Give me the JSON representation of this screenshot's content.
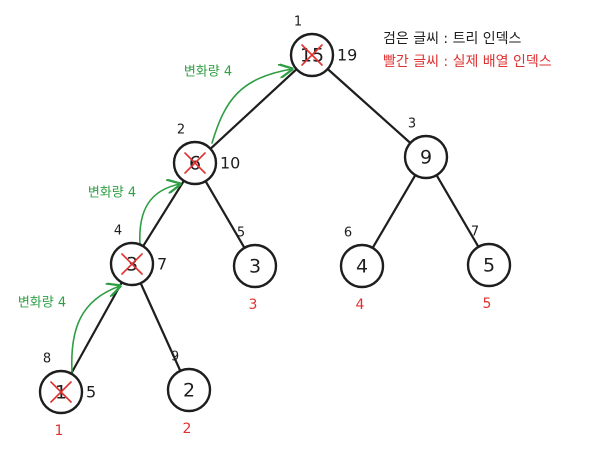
{
  "legend": {
    "black_text": "검은 글씨 : 트리 인덱스",
    "red_text": "빨간 글씨 : 실제 배열 인덱스"
  },
  "nodes": [
    {
      "id": "n1",
      "tree_index": "1",
      "value": "15",
      "crossed": true,
      "new_value": "19",
      "array_index": ""
    },
    {
      "id": "n2",
      "tree_index": "2",
      "value": "6",
      "crossed": true,
      "new_value": "10",
      "array_index": ""
    },
    {
      "id": "n3",
      "tree_index": "3",
      "value": "9",
      "crossed": false,
      "new_value": "",
      "array_index": ""
    },
    {
      "id": "n4",
      "tree_index": "4",
      "value": "3",
      "crossed": true,
      "new_value": "7",
      "array_index": ""
    },
    {
      "id": "n5",
      "tree_index": "5",
      "value": "3",
      "crossed": false,
      "new_value": "",
      "array_index": "3"
    },
    {
      "id": "n6",
      "tree_index": "6",
      "value": "4",
      "crossed": false,
      "new_value": "",
      "array_index": "4"
    },
    {
      "id": "n7",
      "tree_index": "7",
      "value": "5",
      "crossed": false,
      "new_value": "",
      "array_index": "5"
    },
    {
      "id": "n8",
      "tree_index": "8",
      "value": "1",
      "crossed": true,
      "new_value": "5",
      "array_index": "1"
    },
    {
      "id": "n9",
      "tree_index": "9",
      "value": "2",
      "crossed": false,
      "new_value": "",
      "array_index": "2"
    }
  ],
  "edges": [
    {
      "from": "n1",
      "to": "n2"
    },
    {
      "from": "n1",
      "to": "n3"
    },
    {
      "from": "n2",
      "to": "n4"
    },
    {
      "from": "n2",
      "to": "n5"
    },
    {
      "from": "n3",
      "to": "n6"
    },
    {
      "from": "n3",
      "to": "n7"
    },
    {
      "from": "n4",
      "to": "n8"
    },
    {
      "from": "n4",
      "to": "n9"
    }
  ],
  "update_arrows": [
    {
      "id": "a1",
      "from": "n8",
      "to": "n4",
      "label": "변화량 4"
    },
    {
      "id": "a2",
      "from": "n4",
      "to": "n2",
      "label": "변화량 4"
    },
    {
      "id": "a3",
      "from": "n2",
      "to": "n1",
      "label": "변화량 4"
    }
  ],
  "colors": {
    "ink": "#1e1e1e",
    "red": "#e03131",
    "green": "#2f9e44"
  }
}
